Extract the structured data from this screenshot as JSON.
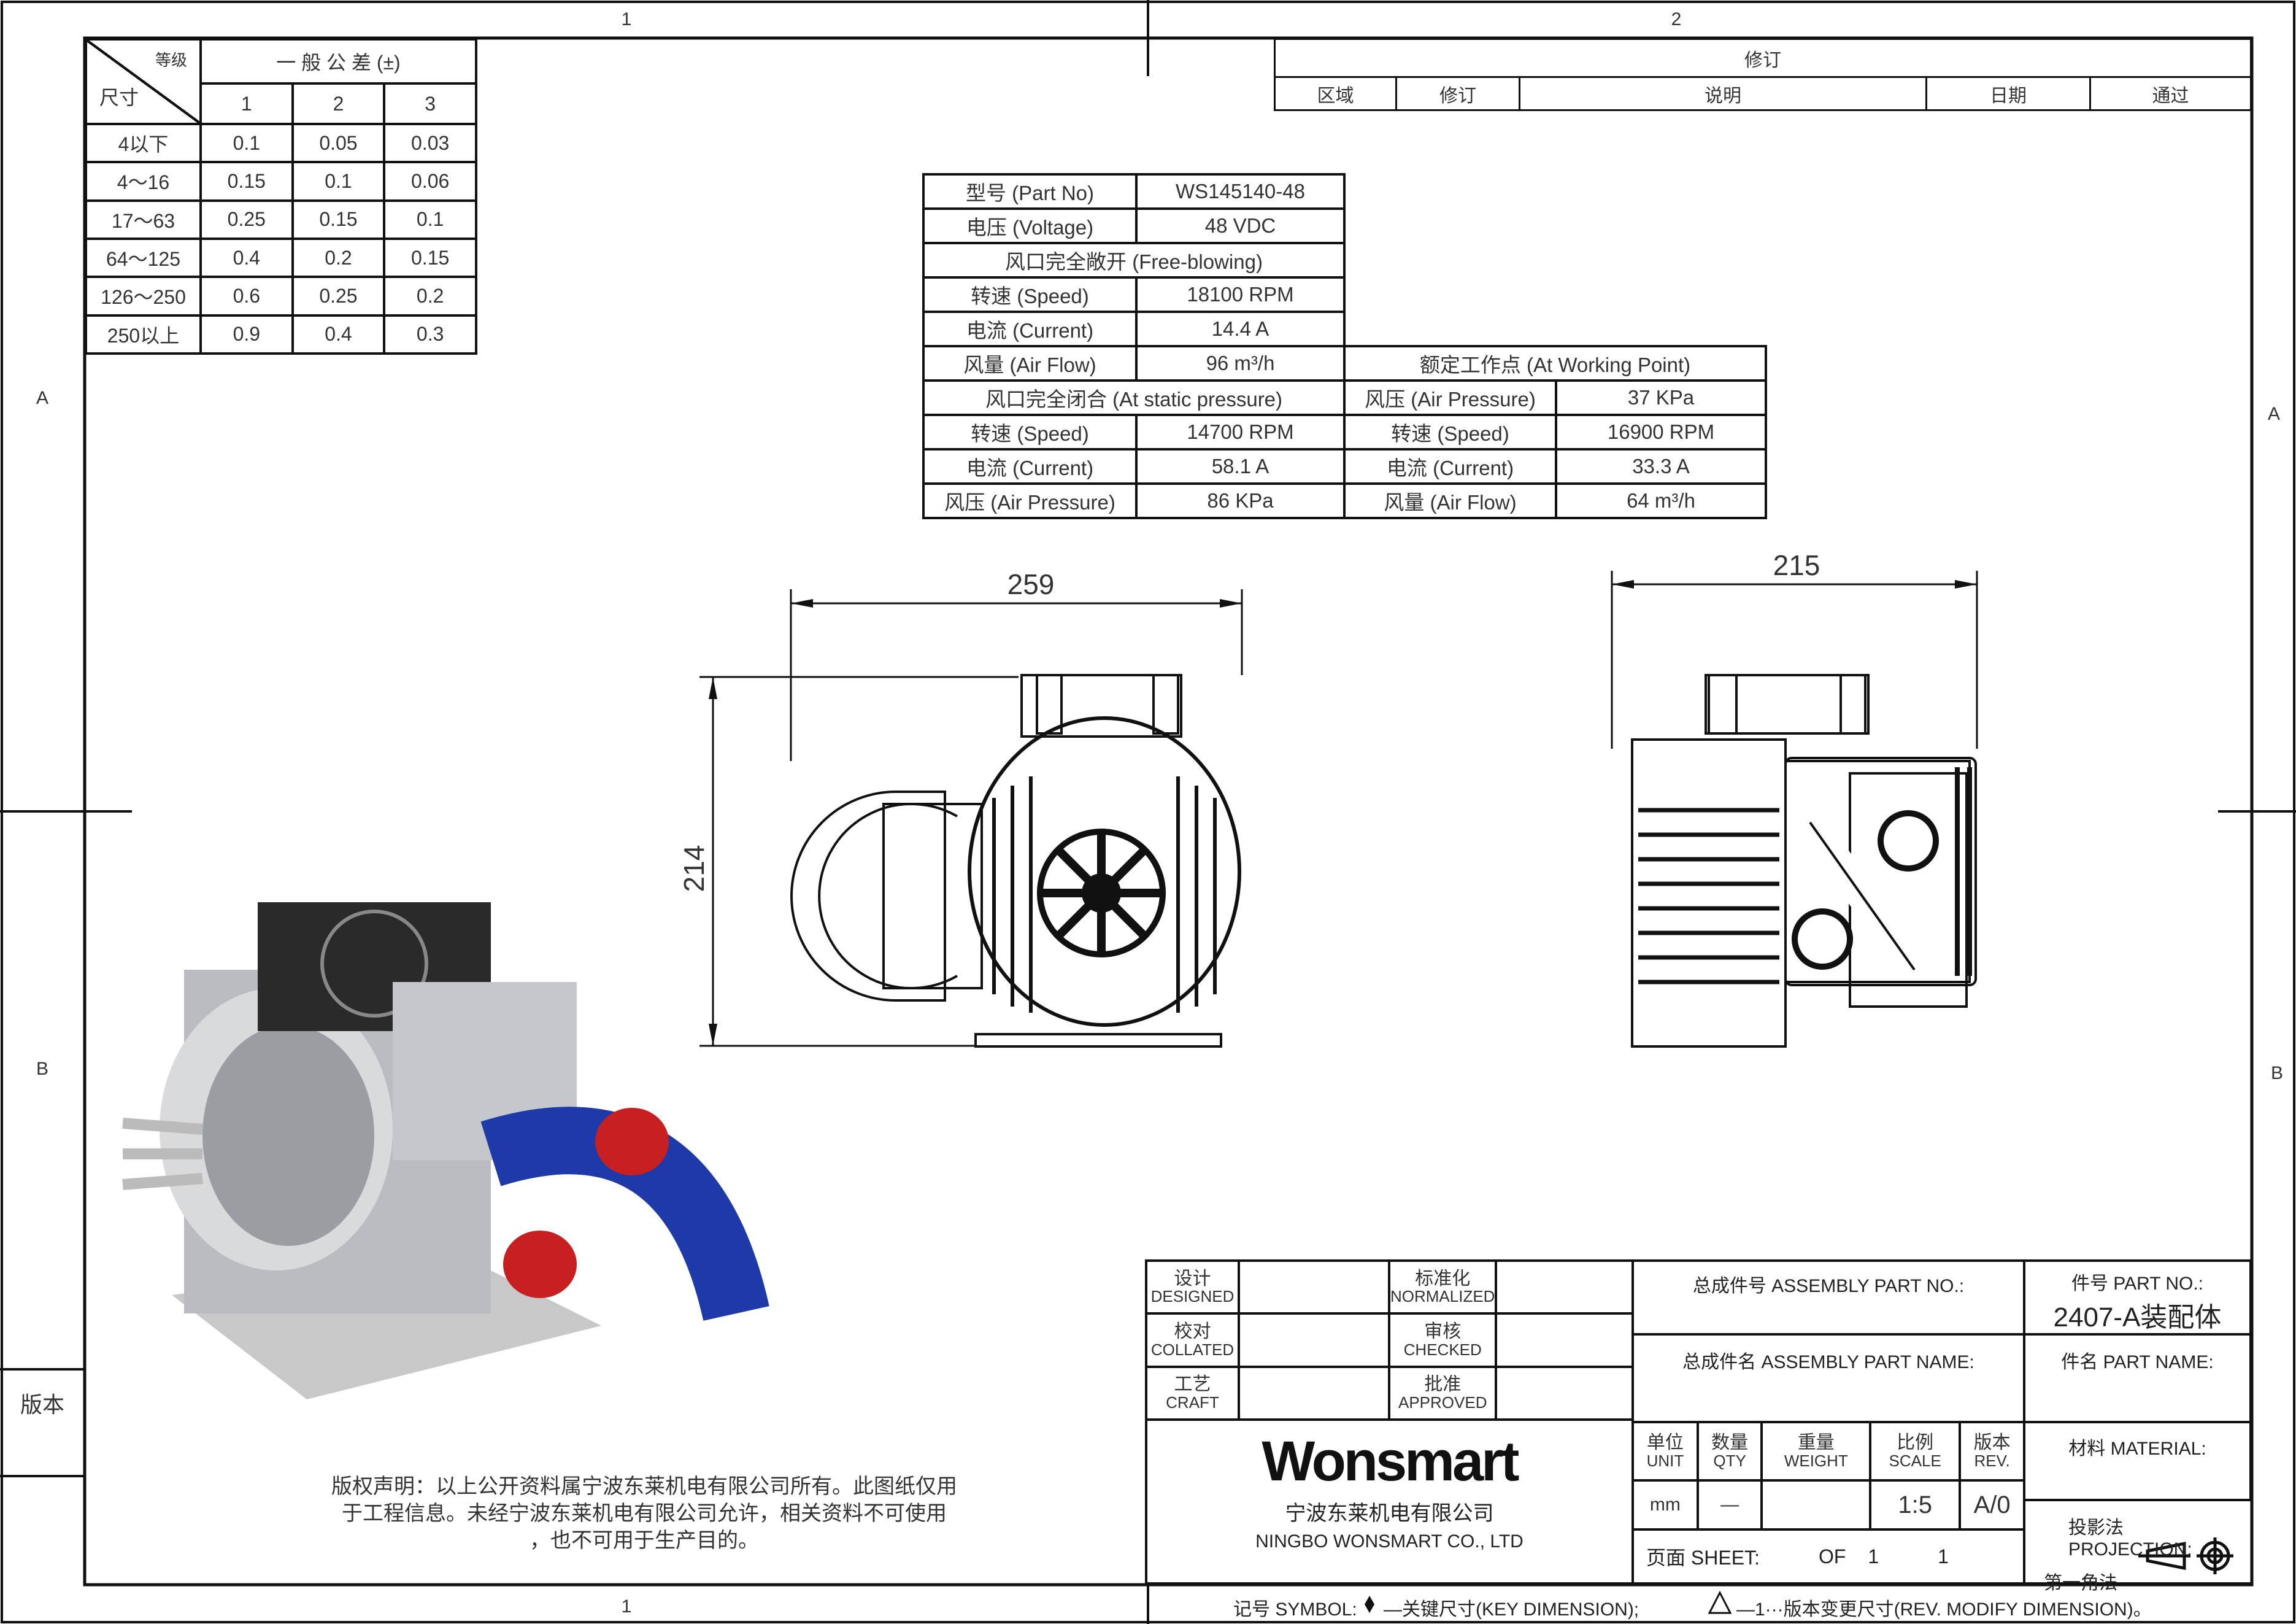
{
  "zones": {
    "top": [
      "1",
      "2"
    ],
    "bottom": "1",
    "left": [
      "A",
      "B"
    ],
    "right": [
      "A",
      "B"
    ],
    "version_label": "版本"
  },
  "revision": {
    "title": "修订",
    "headers": [
      "区域",
      "修订",
      "说明",
      "日期",
      "通过"
    ]
  },
  "tolerance": {
    "grade_label": "等级",
    "size_label": "尺寸",
    "title": "一 般 公 差 (±)",
    "grades": [
      "1",
      "2",
      "3"
    ],
    "rows": [
      [
        "4以下",
        "0.1",
        "0.05",
        "0.03"
      ],
      [
        "4～16",
        "0.15",
        "0.1",
        "0.06"
      ],
      [
        "17～63",
        "0.25",
        "0.15",
        "0.1"
      ],
      [
        "64～125",
        "0.4",
        "0.2",
        "0.15"
      ],
      [
        "126～250",
        "0.6",
        "0.25",
        "0.2"
      ],
      [
        "250以上",
        "0.9",
        "0.4",
        "0.3"
      ]
    ]
  },
  "spec": {
    "part_no_label": "型号 (Part No)",
    "part_no": "WS145140-48",
    "voltage_label": "电压 (Voltage)",
    "voltage": "48 VDC",
    "free_blowing": "风口完全敞开 (Free-blowing)",
    "fb_speed_label": "转速 (Speed)",
    "fb_speed": "18100 RPM",
    "fb_current_label": "电流 (Current)",
    "fb_current": "14.4 A",
    "fb_flow_label": "风量 (Air Flow)",
    "fb_flow": "96 m³/h",
    "working_point": "额定工作点 (At Working Point)",
    "static": "风口完全闭合 (At static pressure)",
    "wp_pressure_label": "风压 (Air Pressure)",
    "wp_pressure": "37 KPa",
    "st_speed_label": "转速 (Speed)",
    "st_speed": "14700 RPM",
    "wp_speed_label": "转速 (Speed)",
    "wp_speed": "16900 RPM",
    "st_current_label": "电流 (Current)",
    "st_current": "58.1 A",
    "wp_current_label": "电流 (Current)",
    "wp_current": "33.3 A",
    "st_pressure_label": "风压 (Air Pressure)",
    "st_pressure": "86 KPa",
    "wp_flow_label": "风量 (Air Flow)",
    "wp_flow": "64 m³/h"
  },
  "dimensions": {
    "front_width": "259",
    "front_height": "214",
    "side_width": "215"
  },
  "copyright": [
    "版权声明：以上公开资料属宁波东莱机电有限公司所有。此图纸仅用",
    "于工程信息。未经宁波东莱机电有限公司允许，相关资料不可使用",
    "，也不可用于生产目的。"
  ],
  "title_block": {
    "designed": [
      "设计",
      "DESIGNED"
    ],
    "normalized": [
      "标准化",
      "NORMALIZED"
    ],
    "collated": [
      "校对",
      "COLLATED"
    ],
    "checked": [
      "审核",
      "CHECKED"
    ],
    "craft": [
      "工艺",
      "CRAFT"
    ],
    "approved": [
      "批准",
      "APPROVED"
    ],
    "assembly_part_no": "总成件号 ASSEMBLY PART NO.:",
    "assembly_part_name": "总成件名 ASSEMBLY PART NAME:",
    "part_no_label": "件号 PART NO.:",
    "part_no": "2407-A装配体",
    "part_name_label": "件名 PART NAME:",
    "material_label": "材料 MATERIAL:",
    "projection_label": "投影法 PROJECTION:",
    "projection_value": "第一角法",
    "logo": "Wonsmart",
    "company_cn": "宁波东莱机电有限公司",
    "company_en": "NINGBO WONSMART CO., LTD",
    "units": [
      [
        "单位",
        "UNIT",
        "mm"
      ],
      [
        "数量",
        "QTY",
        "—"
      ],
      [
        "重量",
        "WEIGHT",
        ""
      ],
      [
        "比例",
        "SCALE",
        "1:5"
      ],
      [
        "版本",
        "REV.",
        "A/0"
      ]
    ],
    "sheet_label": "页面  SHEET:",
    "sheet_of": "OF",
    "sheet_num": "1",
    "sheet_total": "1"
  },
  "symbol": {
    "label": "记号 SYMBOL:",
    "key": "—关键尺寸(KEY DIMENSION);",
    "rev": "—1···版本变更尺寸(REV. MODIFY DIMENSION)。"
  }
}
